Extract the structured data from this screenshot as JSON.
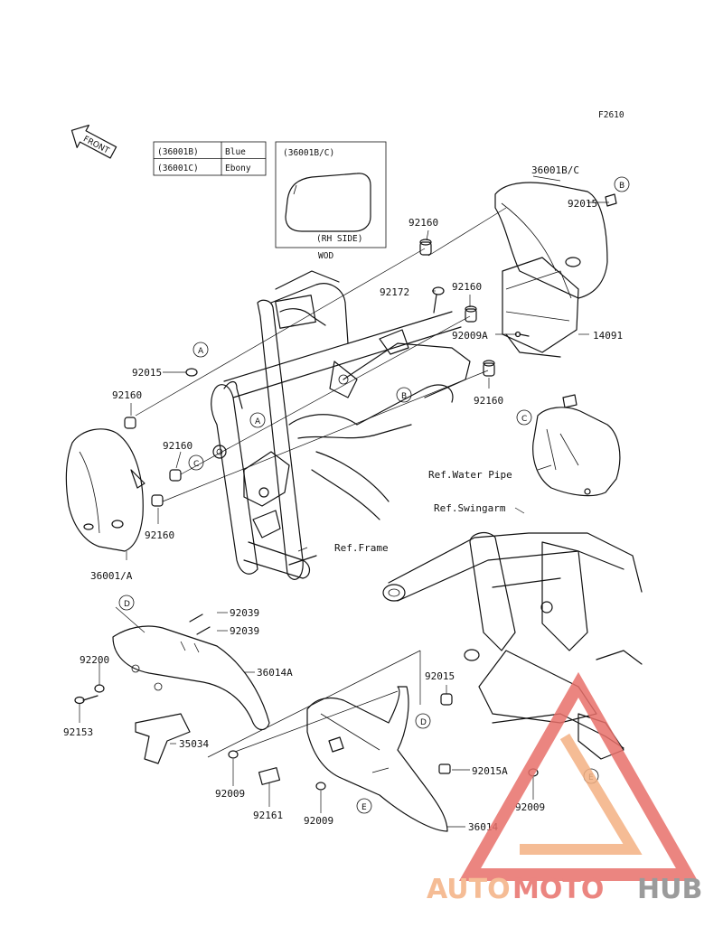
{
  "figure_code": "F2610",
  "front_arrow_text": "FRONT",
  "color_table": [
    {
      "code": "(36001B)",
      "color": "Blue"
    },
    {
      "code": "(36001C)",
      "color": "Ebony"
    }
  ],
  "inset": {
    "title": "(36001B/C)",
    "side": "(RH SIDE)",
    "caption": "WOD"
  },
  "parts": [
    {
      "id": "p36001BC",
      "text": "36001B/C"
    },
    {
      "id": "p92015_top",
      "text": "92015"
    },
    {
      "id": "p92160_a",
      "text": "92160"
    },
    {
      "id": "p92172",
      "text": "92172"
    },
    {
      "id": "p92160_b",
      "text": "92160"
    },
    {
      "id": "p92009A",
      "text": "92009A"
    },
    {
      "id": "p14091",
      "text": "14091"
    },
    {
      "id": "p92160_c",
      "text": "92160"
    },
    {
      "id": "p92015_left",
      "text": "92015"
    },
    {
      "id": "p92160_d",
      "text": "92160"
    },
    {
      "id": "p92160_e",
      "text": "92160"
    },
    {
      "id": "p92160_f",
      "text": "92160"
    },
    {
      "id": "p36001A",
      "text": "36001/A"
    },
    {
      "id": "refWater",
      "text": "Ref.Water Pipe"
    },
    {
      "id": "refSwing",
      "text": "Ref.Swingarm"
    },
    {
      "id": "refFrame",
      "text": "Ref.Frame"
    },
    {
      "id": "p92039_a",
      "text": "92039"
    },
    {
      "id": "p92039_b",
      "text": "92039"
    },
    {
      "id": "p92200",
      "text": "92200"
    },
    {
      "id": "p36014A",
      "text": "36014A"
    },
    {
      "id": "p92153",
      "text": "92153"
    },
    {
      "id": "p35034",
      "text": "35034"
    },
    {
      "id": "p92015_mid",
      "text": "92015"
    },
    {
      "id": "p92009_a",
      "text": "92009"
    },
    {
      "id": "p92015A",
      "text": "92015A"
    },
    {
      "id": "p92009_b",
      "text": "92009"
    },
    {
      "id": "p92161",
      "text": "92161"
    },
    {
      "id": "p92009_c",
      "text": "92009"
    },
    {
      "id": "p36014",
      "text": "36014"
    }
  ],
  "callouts": {
    "A": "A",
    "B": "B",
    "C": "C",
    "D": "D",
    "E": "E"
  },
  "watermark": {
    "part1": "AUTO",
    "part2": "MOTO",
    "part3": "HUB",
    "color1": "#f4b183",
    "color2": "#e8706a",
    "color3": "#8a8a8a"
  }
}
